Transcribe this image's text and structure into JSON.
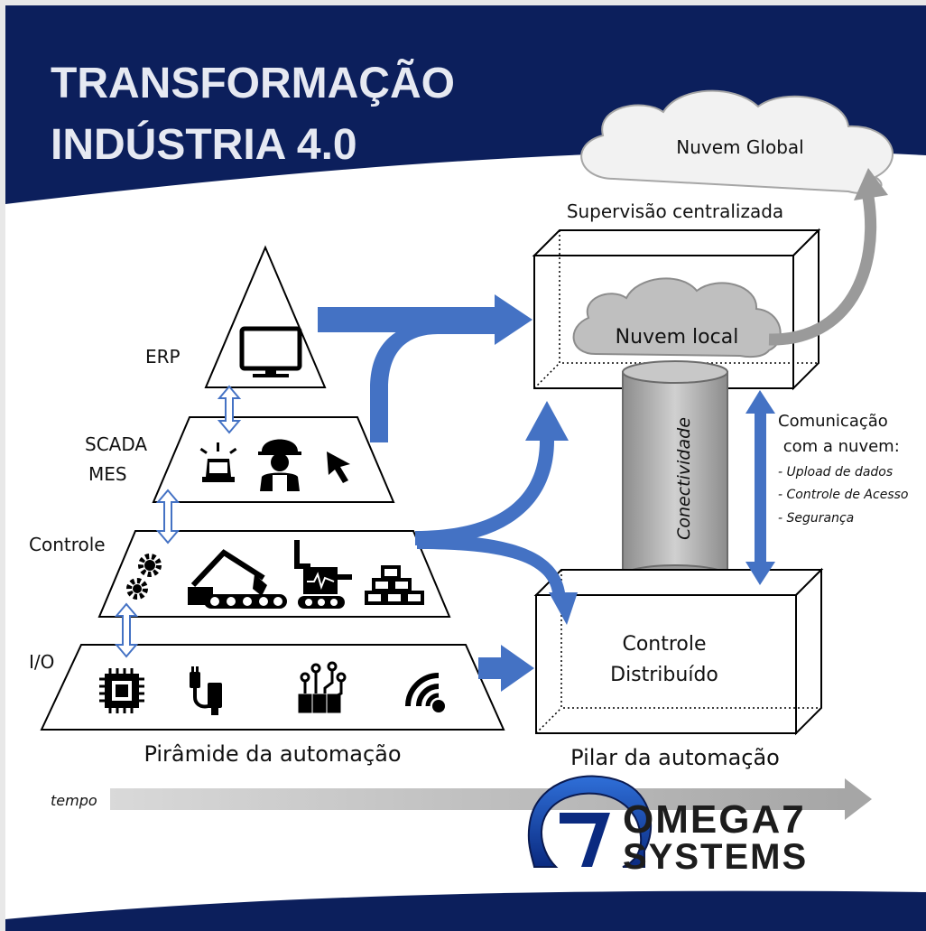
{
  "title": {
    "line1": "TRANSFORMAÇÃO",
    "line2": "INDÚSTRIA 4.0"
  },
  "pyramid": {
    "caption": "Pirâmide da automação",
    "levels": [
      {
        "label": "ERP",
        "icons": [
          "monitor-icon"
        ]
      },
      {
        "label_line1": "SCADA",
        "label_line2": "MES",
        "icons": [
          "alarm-siren-icon",
          "worker-icon",
          "cursor-icon"
        ]
      },
      {
        "label": "Controle",
        "icons": [
          "gears-icon",
          "excavator-conveyor-icon",
          "robot-arm-icon",
          "bricks-icon"
        ]
      },
      {
        "label": "I/O",
        "icons": [
          "chip-icon",
          "cable-icon",
          "circuit-icon",
          "wireless-icon"
        ]
      }
    ]
  },
  "pillar": {
    "caption": "Pilar da automação",
    "top_label": "Supervisão centralizada",
    "local_cloud": "Nuvem local",
    "connectivity": "Conectividade",
    "bottom_label_line1": "Controle",
    "bottom_label_line2": "Distribuído"
  },
  "global_cloud": "Nuvem Global",
  "communication": {
    "line1": "Comunicação",
    "line2": " com a nuvem:",
    "items": [
      "- Upload de dados",
      "- Controle de Acesso",
      "- Segurança"
    ]
  },
  "timeline": {
    "label": "tempo"
  },
  "logo": {
    "line1": "OMEGA7",
    "line2": "SYSTEMS"
  },
  "colors": {
    "navy": "#0c1f5c",
    "arrow_blue": "#4472c4",
    "gray_arrow": "#9a9a9a",
    "cloud_gray": "#bfbfbf"
  }
}
